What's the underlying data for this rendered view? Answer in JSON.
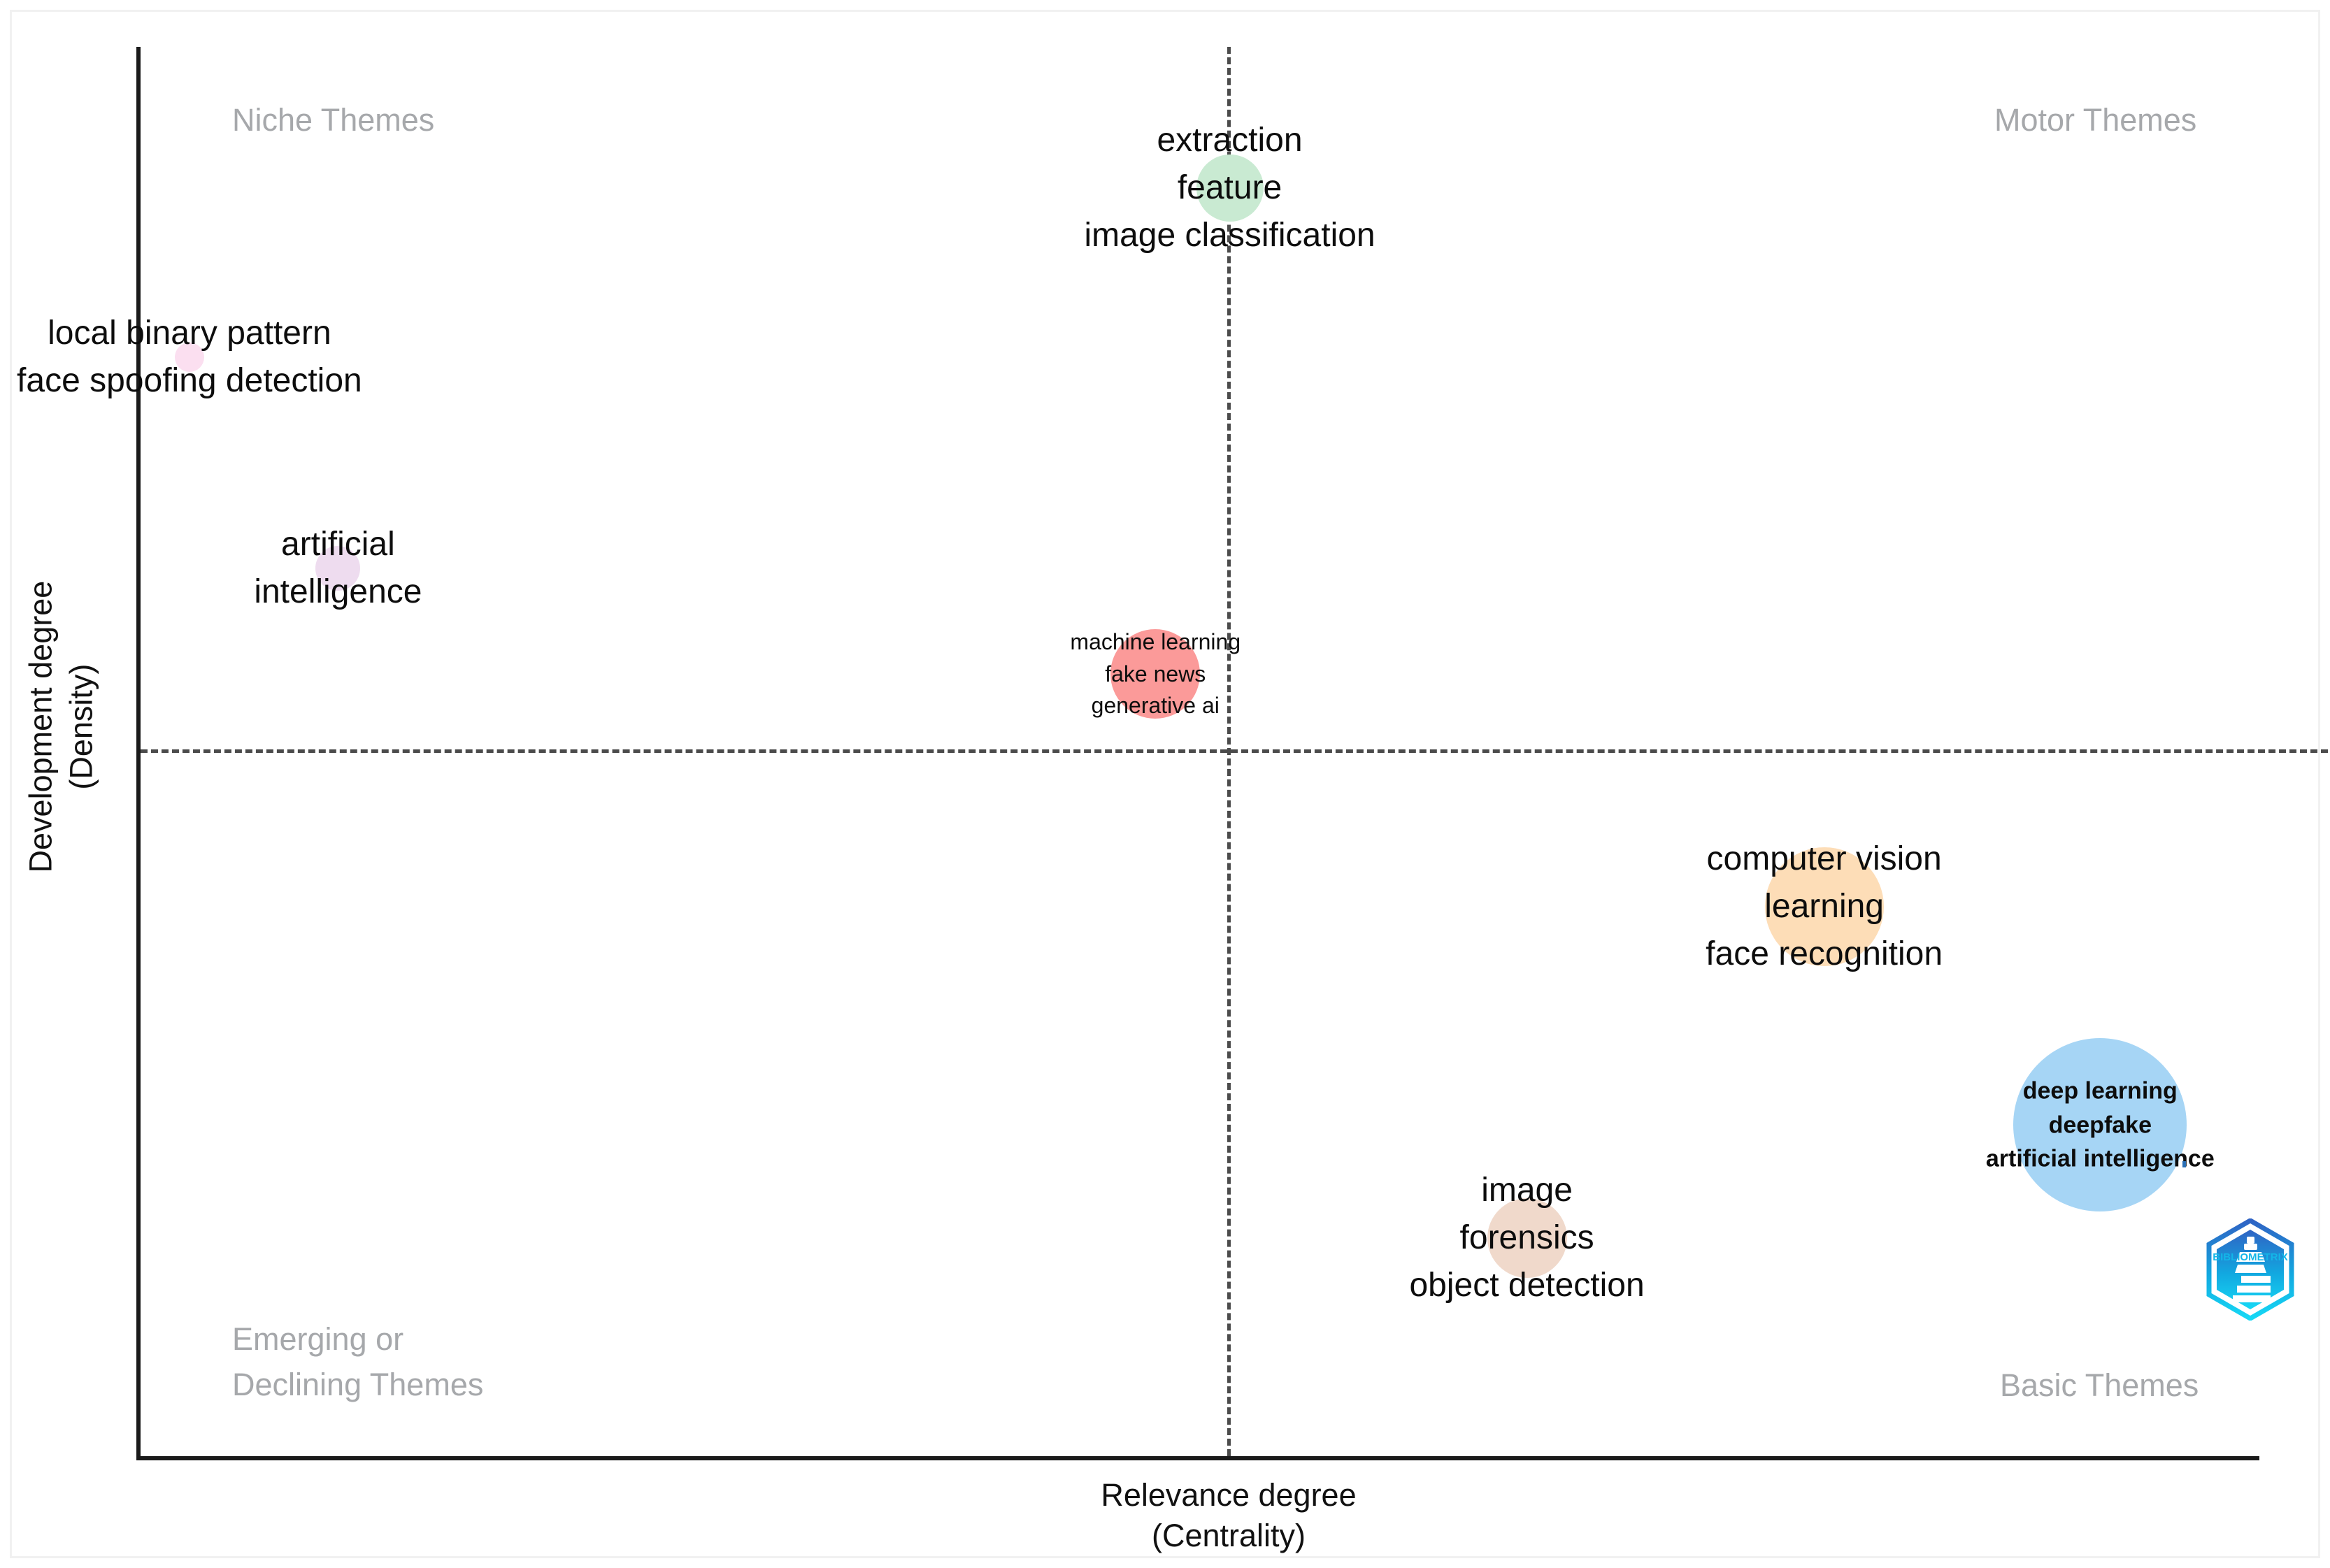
{
  "figure": {
    "type": "thematic-map",
    "watermark": "BIBLIOMETRIX"
  },
  "axes": {
    "ylabel_line1": "Development degree",
    "ylabel_line2": "(Density)",
    "xlabel_line1": "Relevance degree",
    "xlabel_line2": "(Centrality)"
  },
  "quadrants": {
    "top_left": "Niche Themes",
    "top_right": "Motor Themes",
    "bottom_left_line1": "Emerging or",
    "bottom_left_line2": "Declining Themes",
    "bottom_right": "Basic Themes"
  },
  "chart_data": {
    "type": "scatter",
    "title": "",
    "xlabel": "Relevance degree (Centrality)",
    "ylabel": "Development degree (Density)",
    "xlim": [
      0,
      1
    ],
    "ylim": [
      0,
      1
    ],
    "grid": false,
    "legend": false,
    "quadrant_divider_x": 0.515,
    "quadrant_divider_y": 0.5,
    "quadrant_names": [
      "Niche Themes",
      "Motor Themes",
      "Emerging or Declining Themes",
      "Basic Themes"
    ],
    "points": [
      {
        "id": "feature-extraction",
        "labels": [
          "extraction",
          "feature",
          "image classification"
        ],
        "x": 0.515,
        "y": 0.9,
        "radius_px": 48,
        "color": "#c9ead2",
        "quadrant": "Niche Themes",
        "label_font_px": 48,
        "label_weight": "normal"
      },
      {
        "id": "local-binary-pattern",
        "labels": [
          "local binary pattern",
          "face spoofing detection"
        ],
        "x": 0.025,
        "y": 0.78,
        "radius_px": 21,
        "color": "#fbdff0",
        "quadrant": "Niche Themes",
        "label_font_px": 48,
        "label_weight": "normal"
      },
      {
        "id": "artificial-intelligence-niche",
        "labels": [
          "artificial",
          "intelligence"
        ],
        "x": 0.095,
        "y": 0.63,
        "radius_px": 32,
        "color": "#eedcef",
        "quadrant": "Niche Themes",
        "label_font_px": 48,
        "label_weight": "normal"
      },
      {
        "id": "fake-news",
        "labels": [
          "machine learning",
          "fake news",
          "generative ai"
        ],
        "x": 0.48,
        "y": 0.555,
        "radius_px": 64,
        "color": "#fb9a99",
        "quadrant": "Niche Themes",
        "label_font_px": 32,
        "label_weight": "normal"
      },
      {
        "id": "computer-vision",
        "labels": [
          "computer vision",
          "learning",
          "face recognition"
        ],
        "x": 0.795,
        "y": 0.39,
        "radius_px": 85,
        "color": "#fdddb7",
        "quadrant": "Basic Themes",
        "label_font_px": 48,
        "label_weight": "normal"
      },
      {
        "id": "deep-learning",
        "labels": [
          "deep learning",
          "deepfake",
          "artificial intelligence"
        ],
        "x": 0.925,
        "y": 0.235,
        "radius_px": 124,
        "color": "#a6d5f5",
        "quadrant": "Basic Themes",
        "label_font_px": 34,
        "label_weight": "bold"
      },
      {
        "id": "image-forensics",
        "labels": [
          "image",
          "forensics",
          "object detection"
        ],
        "x": 0.655,
        "y": 0.155,
        "radius_px": 57,
        "color": "#f0d9cb",
        "quadrant": "Emerging or Declining Themes",
        "label_font_px": 48,
        "label_weight": "normal"
      }
    ]
  }
}
